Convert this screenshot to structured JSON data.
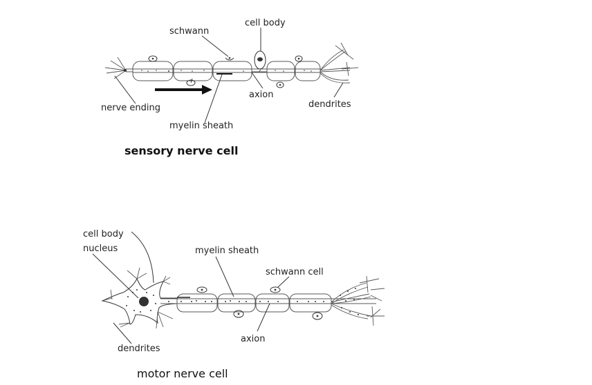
{
  "sensory": {
    "title": "sensory nerve cell",
    "labels": {
      "schwann": "schwann",
      "cell_body": "cell body",
      "axion": "axion",
      "nerve_ending": "nerve ending",
      "myelin_sheath": "myelin sheath",
      "dendrites": "dendrites"
    }
  },
  "motor": {
    "title": "motor nerve cell",
    "labels": {
      "cell_body": "cell body",
      "nucleus": "nucleus",
      "myelin_sheath": "myelin sheath",
      "schwann_cell": "schwann cell",
      "axion": "axion",
      "dendrites": "dendrites"
    }
  },
  "colors": {
    "background": "#ffffff",
    "ink": "#222222"
  }
}
